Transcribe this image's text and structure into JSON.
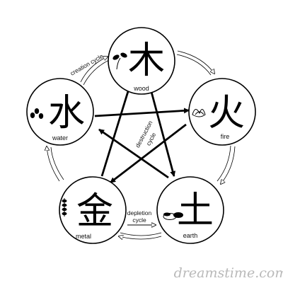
{
  "elements": [
    {
      "key": "wood",
      "char": "木",
      "label": "wood"
    },
    {
      "key": "fire",
      "char": "火",
      "label": "fire"
    },
    {
      "key": "earth",
      "char": "土",
      "label": "earth"
    },
    {
      "key": "metal",
      "char": "金",
      "label": "metal"
    },
    {
      "key": "water",
      "char": "水",
      "label": "water"
    }
  ],
  "cycles": {
    "creation": "creation cycle",
    "destruction_line1": "destruction",
    "destruction_line2": "cycle",
    "depletion_line1": "depletion",
    "depletion_line2": "cycle"
  },
  "watermark": "dreamstime.com",
  "colors": {
    "ink": "#000000",
    "watermark": "#b9b9b9"
  }
}
